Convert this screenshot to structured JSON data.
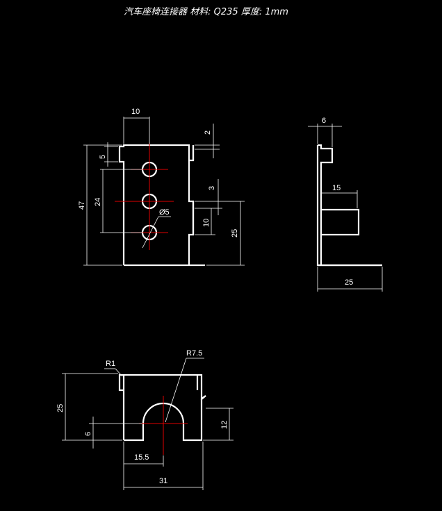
{
  "title": "汽车座椅连接器  材料: Q235   厚度: 1mm",
  "colors": {
    "background": "#000000",
    "geometry": "#ffffff",
    "centerline": "#e00000"
  },
  "front_view": {
    "dims": {
      "w10": "10",
      "h2": "2",
      "h5": "5",
      "h47": "47",
      "h24": "24",
      "h3": "3",
      "h10": "10",
      "h25": "25",
      "dia": "Ø5"
    }
  },
  "side_view": {
    "dims": {
      "w6": "6",
      "w15": "15",
      "w25": "25"
    }
  },
  "bottom_view": {
    "dims": {
      "r1": "R1",
      "r75": "R7.5",
      "h25": "25",
      "h6": "6",
      "h12": "12",
      "w155": "15.5",
      "w31": "31"
    }
  }
}
